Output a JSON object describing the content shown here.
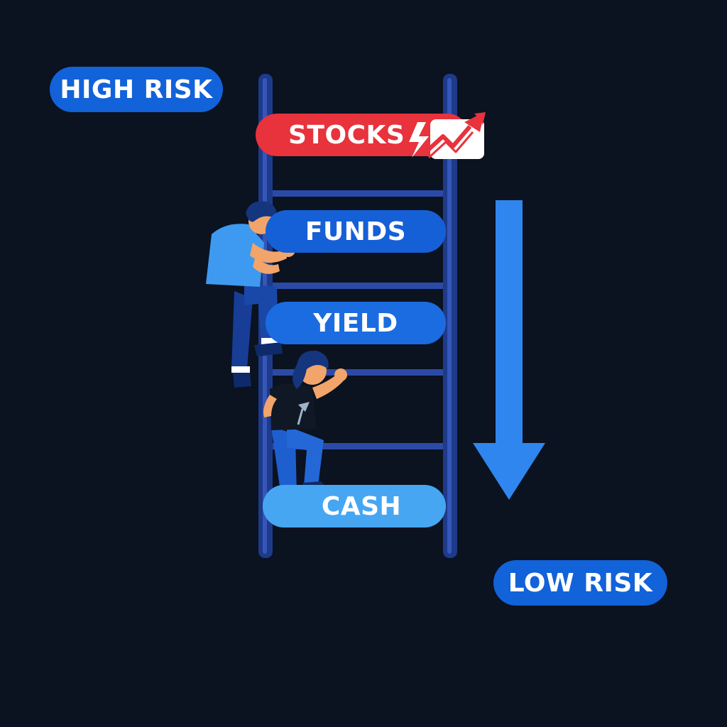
{
  "labels": {
    "high_risk": "HIGH RISK",
    "low_risk": "LOW RISK"
  },
  "rungs": [
    {
      "key": "stocks",
      "label": "STOCKS",
      "color": "#e8323c"
    },
    {
      "key": "funds",
      "label": "FUNDS",
      "color": "#1560d6"
    },
    {
      "key": "yield",
      "label": "YIELD",
      "color": "#1a6ce0"
    },
    {
      "key": "cash",
      "label": "CASH",
      "color": "#47a6f2"
    }
  ],
  "colors": {
    "background": "#0b1220",
    "risk_pill": "#1262d9",
    "ladder": "#1e3a8a",
    "arrow": "#2f86ee",
    "stocks_icon": "#e8323c"
  },
  "icons": {
    "stocks": "lightning-trend-arrow-icon",
    "direction": "down-arrow-icon"
  }
}
